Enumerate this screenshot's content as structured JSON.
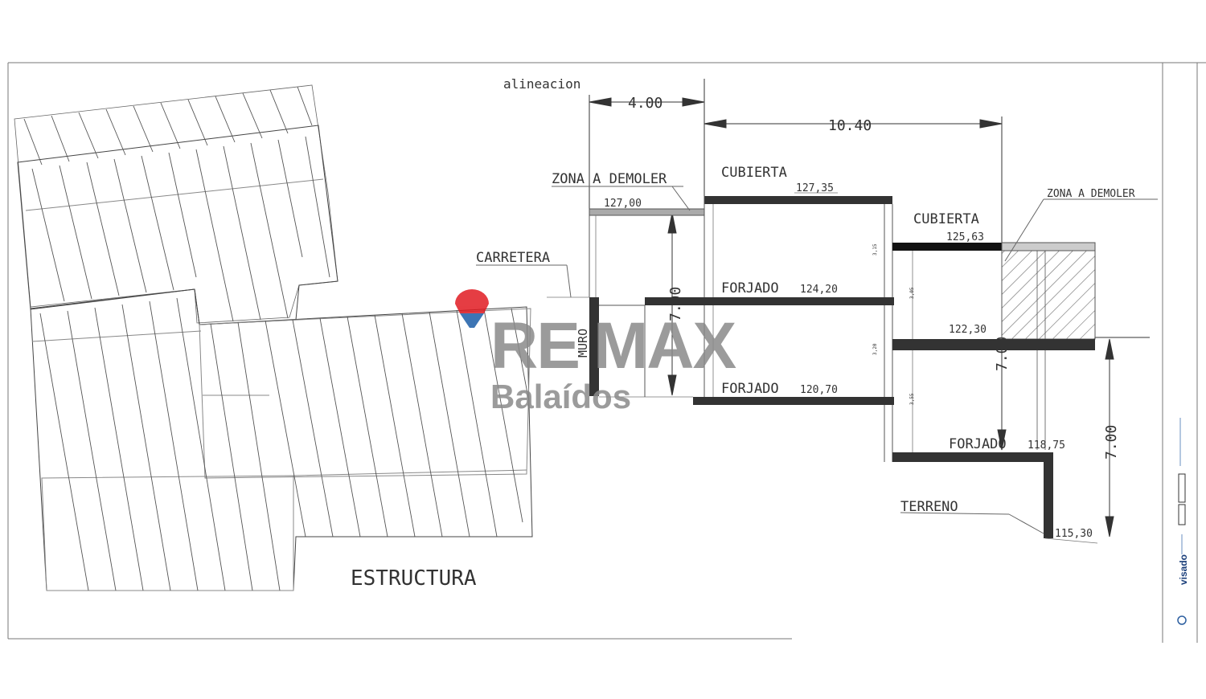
{
  "labels": {
    "alineacion": "alineacion",
    "dim_4": "4.00",
    "dim_10": "10.40",
    "dim_700_a": "7.00",
    "dim_700_b": "7.00",
    "dim_700_c": "7.00",
    "zona_demoler_left": "ZONA A DEMOLER",
    "zona_demoler_right": "ZONA A DEMOLER",
    "cubierta_top": "CUBIERTA",
    "cubierta_right": "CUBIERTA",
    "carretera": "CARRETERA",
    "muro": "MURO",
    "forjado_1": "FORJADO",
    "forjado_2": "FORJADO",
    "forjado_3": "FORJADO",
    "terreno": "TERRENO",
    "estructura": "ESTRUCTURA",
    "lvl_127_00": "127,00",
    "lvl_127_35": "127,35",
    "lvl_125_63": "125,63",
    "lvl_124_20": "124,20",
    "lvl_122_30": "122,30",
    "lvl_120_70": "120,70",
    "lvl_118_75": "118,75",
    "lvl_115_30": "115,30",
    "h_315": "3,15",
    "h_305": "3,05",
    "h_320": "3,20",
    "h_355": "3,55"
  },
  "watermark": {
    "brand_a": "RE",
    "brand_b": "MAX",
    "office": "Balaídos",
    "color": "#8a8a8a",
    "balloon_red": "#e11b22",
    "balloon_blue": "#1c5ea8"
  },
  "stamp": {
    "visado": "visado"
  }
}
